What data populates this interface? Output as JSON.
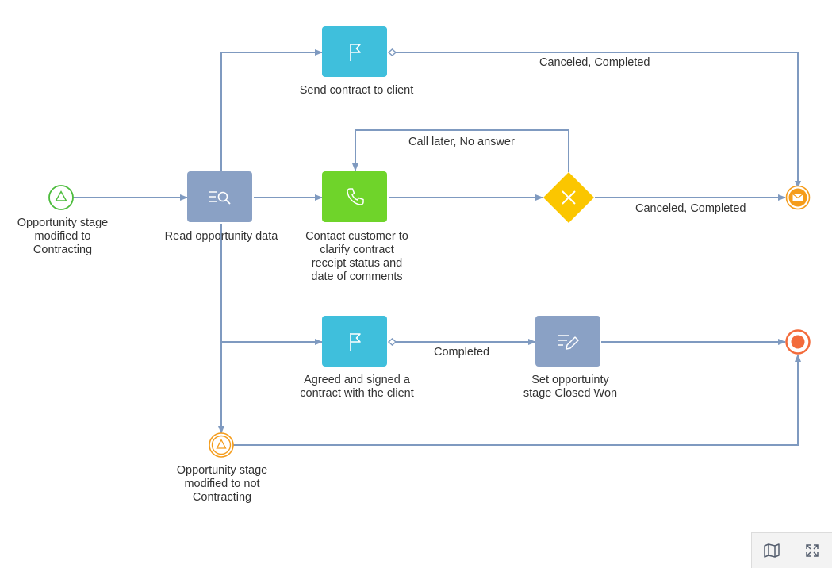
{
  "nodes": {
    "start": {
      "label": "Opportunity stage\nmodified to\nContracting"
    },
    "read": {
      "label": "Read opportunity data"
    },
    "send_contract": {
      "label": "Send contract to client"
    },
    "contact": {
      "label": "Contact customer to\nclarify contract\nreceipt status and\ndate of comments"
    },
    "agreed": {
      "label": "Agreed and signed a\ncontract with the client"
    },
    "set_stage": {
      "label": "Set opportuinty\nstage Closed Won"
    },
    "boundary": {
      "label": "Opportunity stage\nmodified to not\nContracting"
    }
  },
  "flows": {
    "send_to_end": "Canceled, Completed",
    "loop": "Call later, No answer",
    "gateway_to_end": "Canceled, Completed",
    "agreed_to_set": "Completed"
  },
  "colors": {
    "line": "#7f9ac0",
    "task_blue": "#3fbfdc",
    "task_green": "#6fd42a",
    "task_slate": "#8aa1c5",
    "gateway": "#fbc600",
    "start_event": "#4cbc3c",
    "intermediate_event": "#f59c1a",
    "end_event": "#f36b3b"
  },
  "toolbar": {
    "map_icon": "map-icon",
    "fullscreen_icon": "fullscreen-icon"
  }
}
